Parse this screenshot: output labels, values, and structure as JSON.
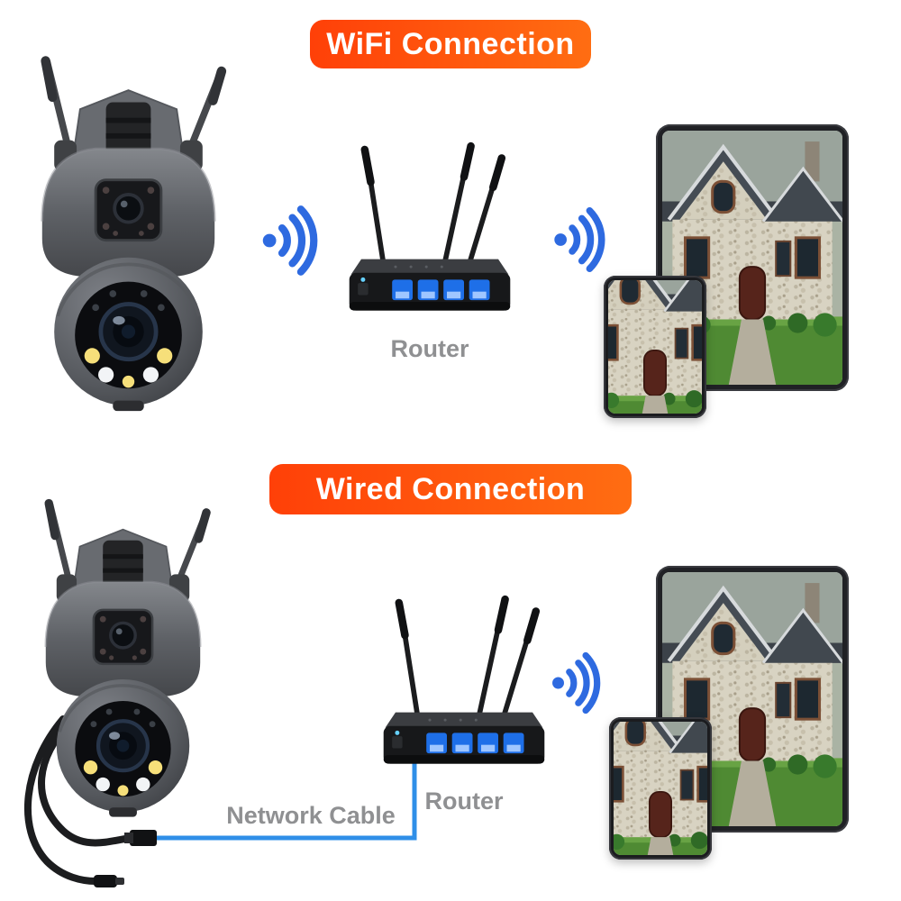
{
  "page": {
    "background": "#ffffff"
  },
  "colors": {
    "banner_gradient_start": "#ff4008",
    "banner_gradient_end": "#ff6d12",
    "banner_text": "#ffffff",
    "wifi_icon_blue": "#2e6ae0",
    "network_cable_blue": "#2f8fe8",
    "label_gray": "#8f9092"
  },
  "wifi_section": {
    "banner_label": "WiFi Connection",
    "router_label": "Router",
    "icons": [
      "security-camera",
      "wifi-signal-icon",
      "router",
      "wifi-signal-icon",
      "tablet",
      "phone"
    ]
  },
  "wired_section": {
    "banner_label": "Wired Connection",
    "router_label": "Router",
    "cable_label": "Network Cable",
    "icons": [
      "security-camera",
      "rj45-connector",
      "dc-power-connector",
      "network-cable",
      "router",
      "wifi-signal-icon",
      "tablet",
      "phone"
    ]
  }
}
